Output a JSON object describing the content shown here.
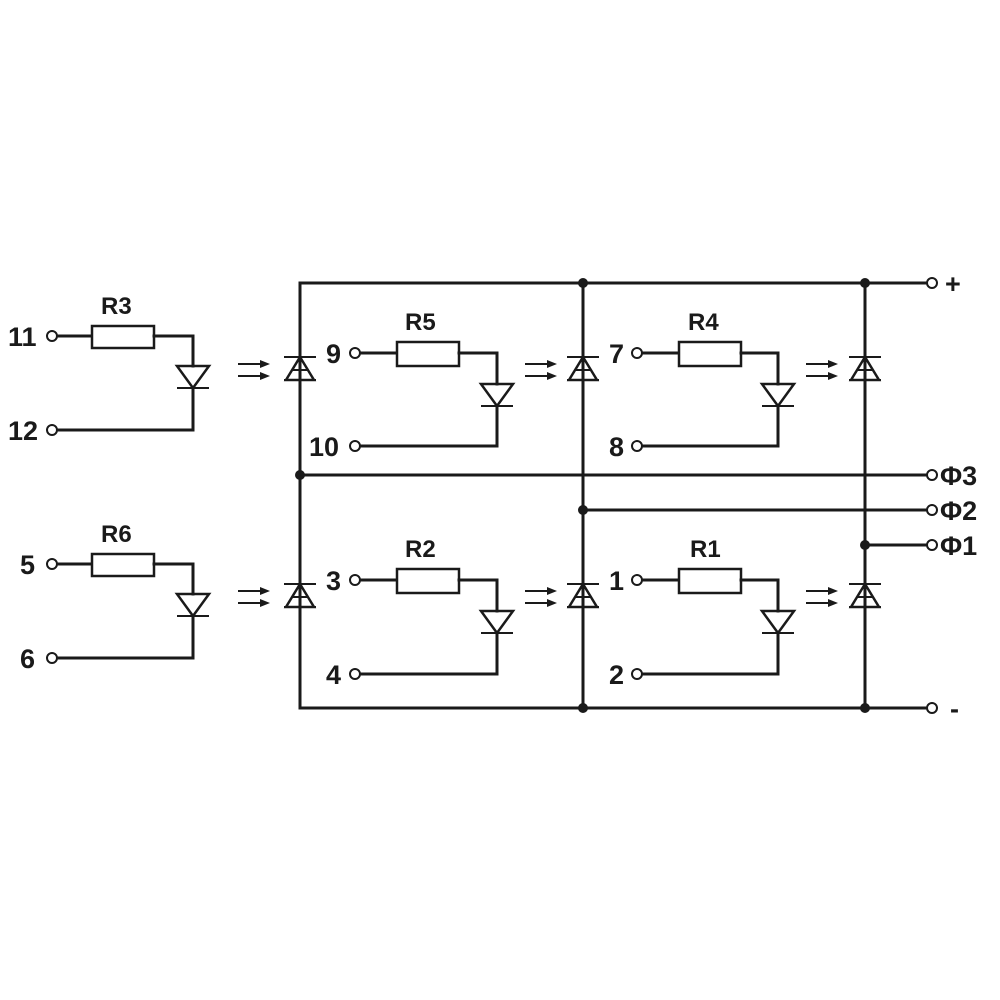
{
  "resistors": [
    "R1",
    "R2",
    "R3",
    "R4",
    "R5",
    "R6"
  ],
  "pins": [
    "1",
    "2",
    "3",
    "4",
    "5",
    "6",
    "7",
    "8",
    "9",
    "10",
    "11",
    "12"
  ],
  "outputs": {
    "plus": "+",
    "minus": "-",
    "phase1": "Φ1",
    "phase2": "Φ2",
    "phase3": "Φ3"
  },
  "colors": {
    "ink": "#1a1a1a",
    "background": "#ffffff"
  },
  "symbols": [
    "resistor",
    "led",
    "photothyristor",
    "light-arrow",
    "terminal"
  ]
}
